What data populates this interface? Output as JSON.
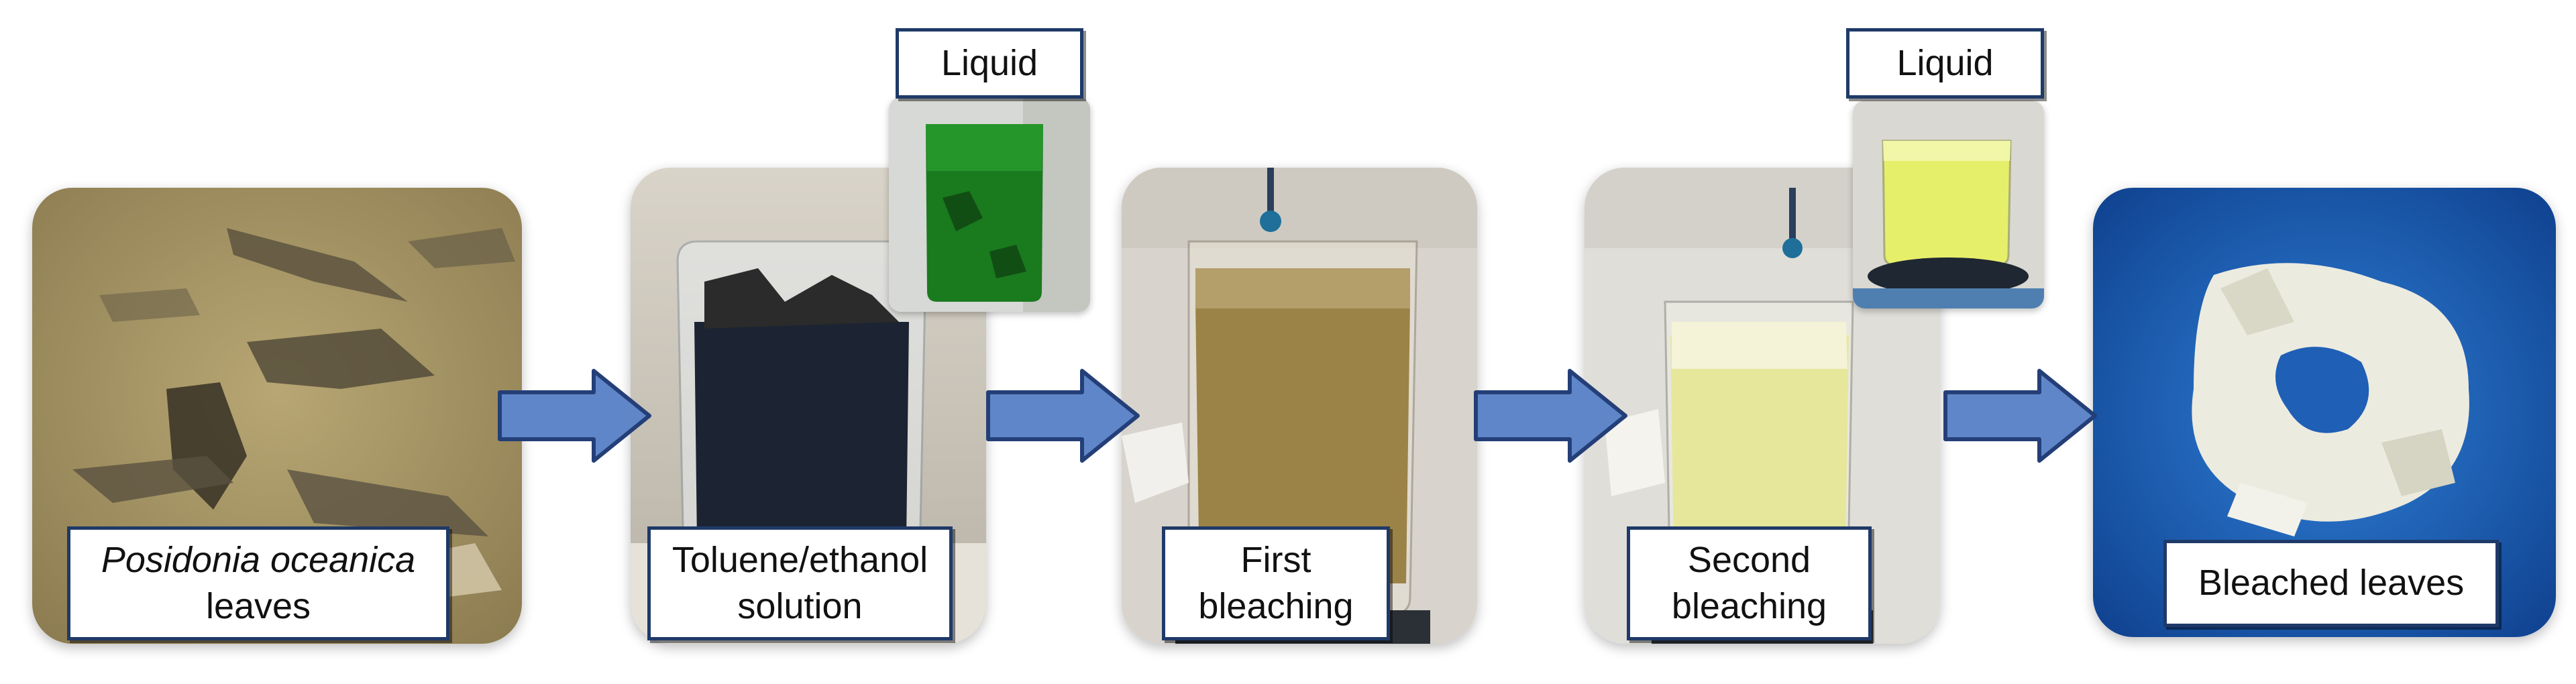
{
  "steps": [
    {
      "line1": "Posidonia oceanica",
      "line2": "leaves"
    },
    {
      "line1": "Toluene/ethanol",
      "line2": "solution"
    },
    {
      "line1": "First",
      "line2": "bleaching"
    },
    {
      "line1": "Second",
      "line2": "bleaching"
    },
    {
      "line1": "Bleached leaves"
    }
  ],
  "insets": [
    {
      "label": "Liquid"
    },
    {
      "label": "Liquid"
    }
  ],
  "colors": {
    "label_border": "#1f3a68",
    "arrow_fill": "#5f86c8",
    "arrow_stroke": "#243f78"
  }
}
